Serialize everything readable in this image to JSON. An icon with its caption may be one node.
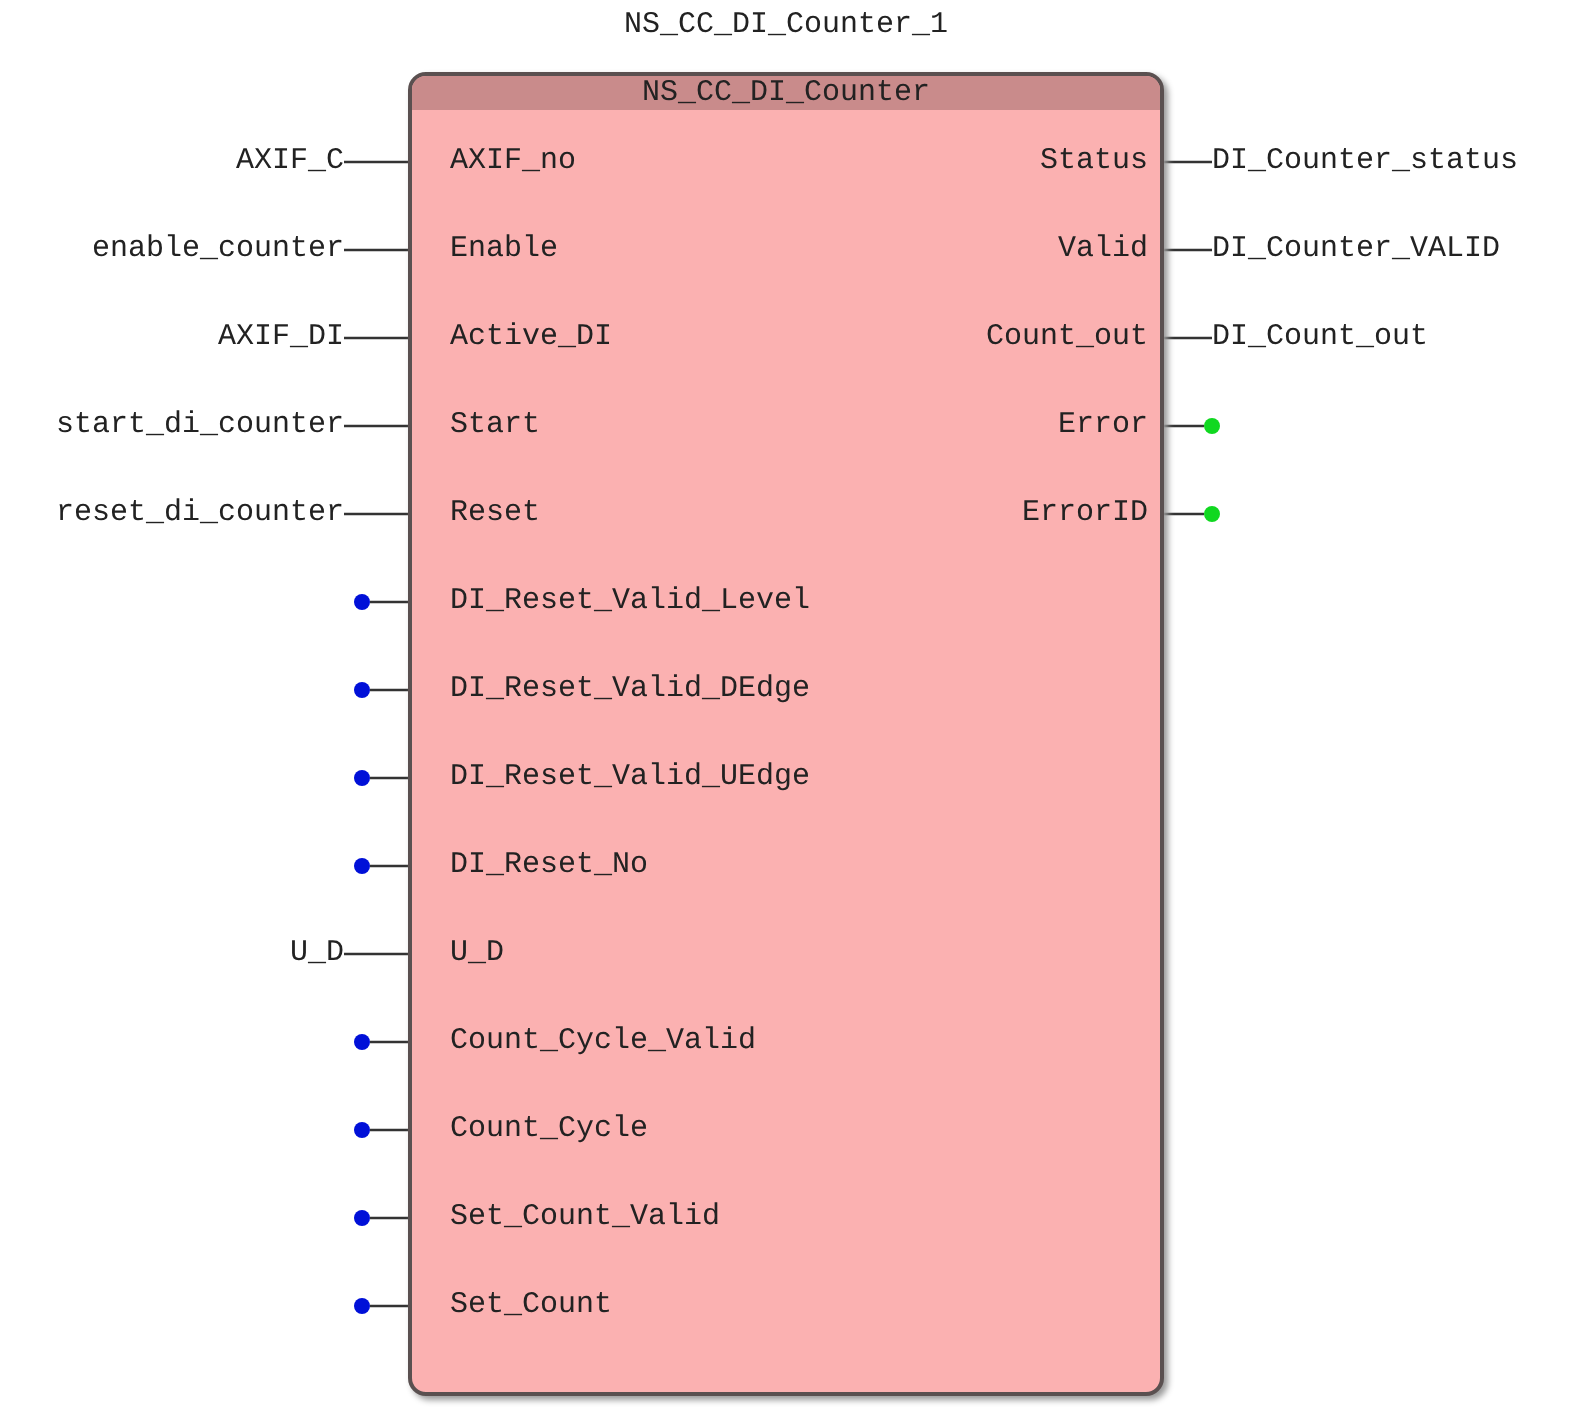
{
  "diagram": {
    "nodes": [
      {
        "text": [
          "NS_CC_DI_Counter_1",
          "NS_CC_DI_Counter"
        ]
      },
      {
        "text": [
          "AXIF_no"
        ],
        "in": 0
      },
      {
        "text": [
          "Enable"
        ],
        "in": 0
      },
      {
        "text": [
          "Active_DI"
        ],
        "in": 0
      },
      {
        "text": [
          "Start"
        ],
        "in": 0
      },
      {
        "text": [
          "Reset"
        ],
        "in": 0
      },
      {
        "text": [
          "DI_Reset_Valid_Level"
        ],
        "in": 0
      },
      {
        "text": [
          "DI_Reset_Valid_DEdge"
        ],
        "in": 0
      },
      {
        "text": [
          "DI_Reset_Valid_UEdge"
        ],
        "in": 0
      },
      {
        "text": [
          "DI_Reset_No"
        ],
        "in": 0
      },
      {
        "text": [
          "U_D"
        ],
        "in": 0
      },
      {
        "text": [
          "Count_Cycle_Valid"
        ],
        "in": 0
      },
      {
        "text": [
          "Count_Cycle"
        ],
        "in": 0
      },
      {
        "text": [
          "Set_Count_Valid"
        ],
        "in": 0
      },
      {
        "text": [
          "Set_Count"
        ],
        "in": 0
      },
      {
        "text": [
          "Status"
        ],
        "in": 0
      },
      {
        "text": [
          "Valid"
        ],
        "in": 0
      },
      {
        "text": [
          "Count_out"
        ],
        "in": 0
      },
      {
        "text": [
          "Error"
        ],
        "in": 0
      },
      {
        "text": [
          "ErrorID"
        ],
        "in": 0
      },
      {
        "text": [
          "AXIF_C"
        ]
      },
      {
        "text": [
          "enable_counter"
        ]
      },
      {
        "text": [
          "AXIF_DI"
        ]
      },
      {
        "text": [
          "start_di_counter"
        ]
      },
      {
        "text": [
          "reset_di_counter"
        ]
      },
      {
        "text": [],
        "shape": "circle"
      },
      {
        "text": [],
        "shape": "circle"
      },
      {
        "text": [],
        "shape": "circle"
      },
      {
        "text": [],
        "shape": "circle"
      },
      {
        "text": [
          "U_D"
        ]
      },
      {
        "text": [],
        "shape": "circle"
      },
      {
        "text": [],
        "shape": "circle"
      },
      {
        "text": [],
        "shape": "circle"
      },
      {
        "text": [],
        "shape": "circle"
      },
      {
        "text": [
          "DI_Counter_status"
        ]
      },
      {
        "text": [
          "DI_Counter_VALID"
        ]
      },
      {
        "text": [
          "DI_Count_out"
        ]
      },
      {
        "text": [],
        "shape": "circle"
      },
      {
        "text": [],
        "shape": "circle"
      }
    ],
    "edges": [
      {
        "from": 20,
        "to": 1,
        "arrow": "none"
      },
      {
        "from": 21,
        "to": 2,
        "arrow": "none"
      },
      {
        "from": 22,
        "to": 3,
        "arrow": "none"
      },
      {
        "from": 23,
        "to": 4,
        "arrow": "none"
      },
      {
        "from": 24,
        "to": 5,
        "arrow": "none"
      },
      {
        "from": 25,
        "to": 6,
        "arrow": "none"
      },
      {
        "from": 26,
        "to": 7,
        "arrow": "none"
      },
      {
        "from": 27,
        "to": 8,
        "arrow": "none"
      },
      {
        "from": 28,
        "to": 9,
        "arrow": "none"
      },
      {
        "from": 29,
        "to": 10,
        "arrow": "none"
      },
      {
        "from": 30,
        "to": 11,
        "arrow": "none"
      },
      {
        "from": 31,
        "to": 12,
        "arrow": "none"
      },
      {
        "from": 32,
        "to": 13,
        "arrow": "none"
      },
      {
        "from": 33,
        "to": 14,
        "arrow": "none"
      },
      {
        "from": 15,
        "to": 34,
        "arrow": "none"
      },
      {
        "from": 16,
        "to": 35,
        "arrow": "none"
      },
      {
        "from": 17,
        "to": 36,
        "arrow": "none"
      },
      {
        "from": 18,
        "to": 37,
        "arrow": "none"
      },
      {
        "from": 19,
        "to": 38,
        "arrow": "none"
      }
    ]
  }
}
